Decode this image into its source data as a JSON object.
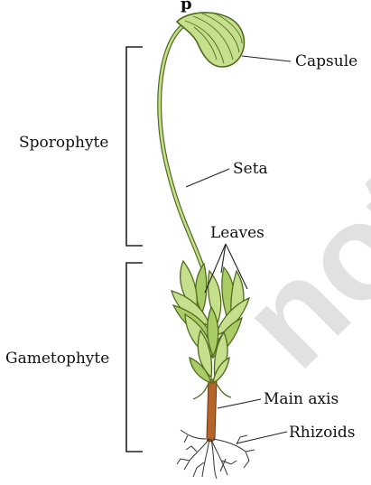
{
  "diagram": {
    "title_fragment": "p",
    "groups": {
      "sporophyte": "Sporophyte",
      "gametophyte": "Gametophyte"
    },
    "parts": {
      "capsule": "Capsule",
      "seta": "Seta",
      "leaves": "Leaves",
      "main_axis": "Main axis",
      "rhizoids": "Rhizoids"
    },
    "watermark": "not to be",
    "colors": {
      "leaf_fill": "#c6df8c",
      "leaf_fill_dark": "#a9cc66",
      "leaf_stroke": "#4f6b1e",
      "stem": "#a8c85c",
      "axis": "#b5652a",
      "rhizoid": "#333333",
      "bracket": "#222222"
    }
  }
}
